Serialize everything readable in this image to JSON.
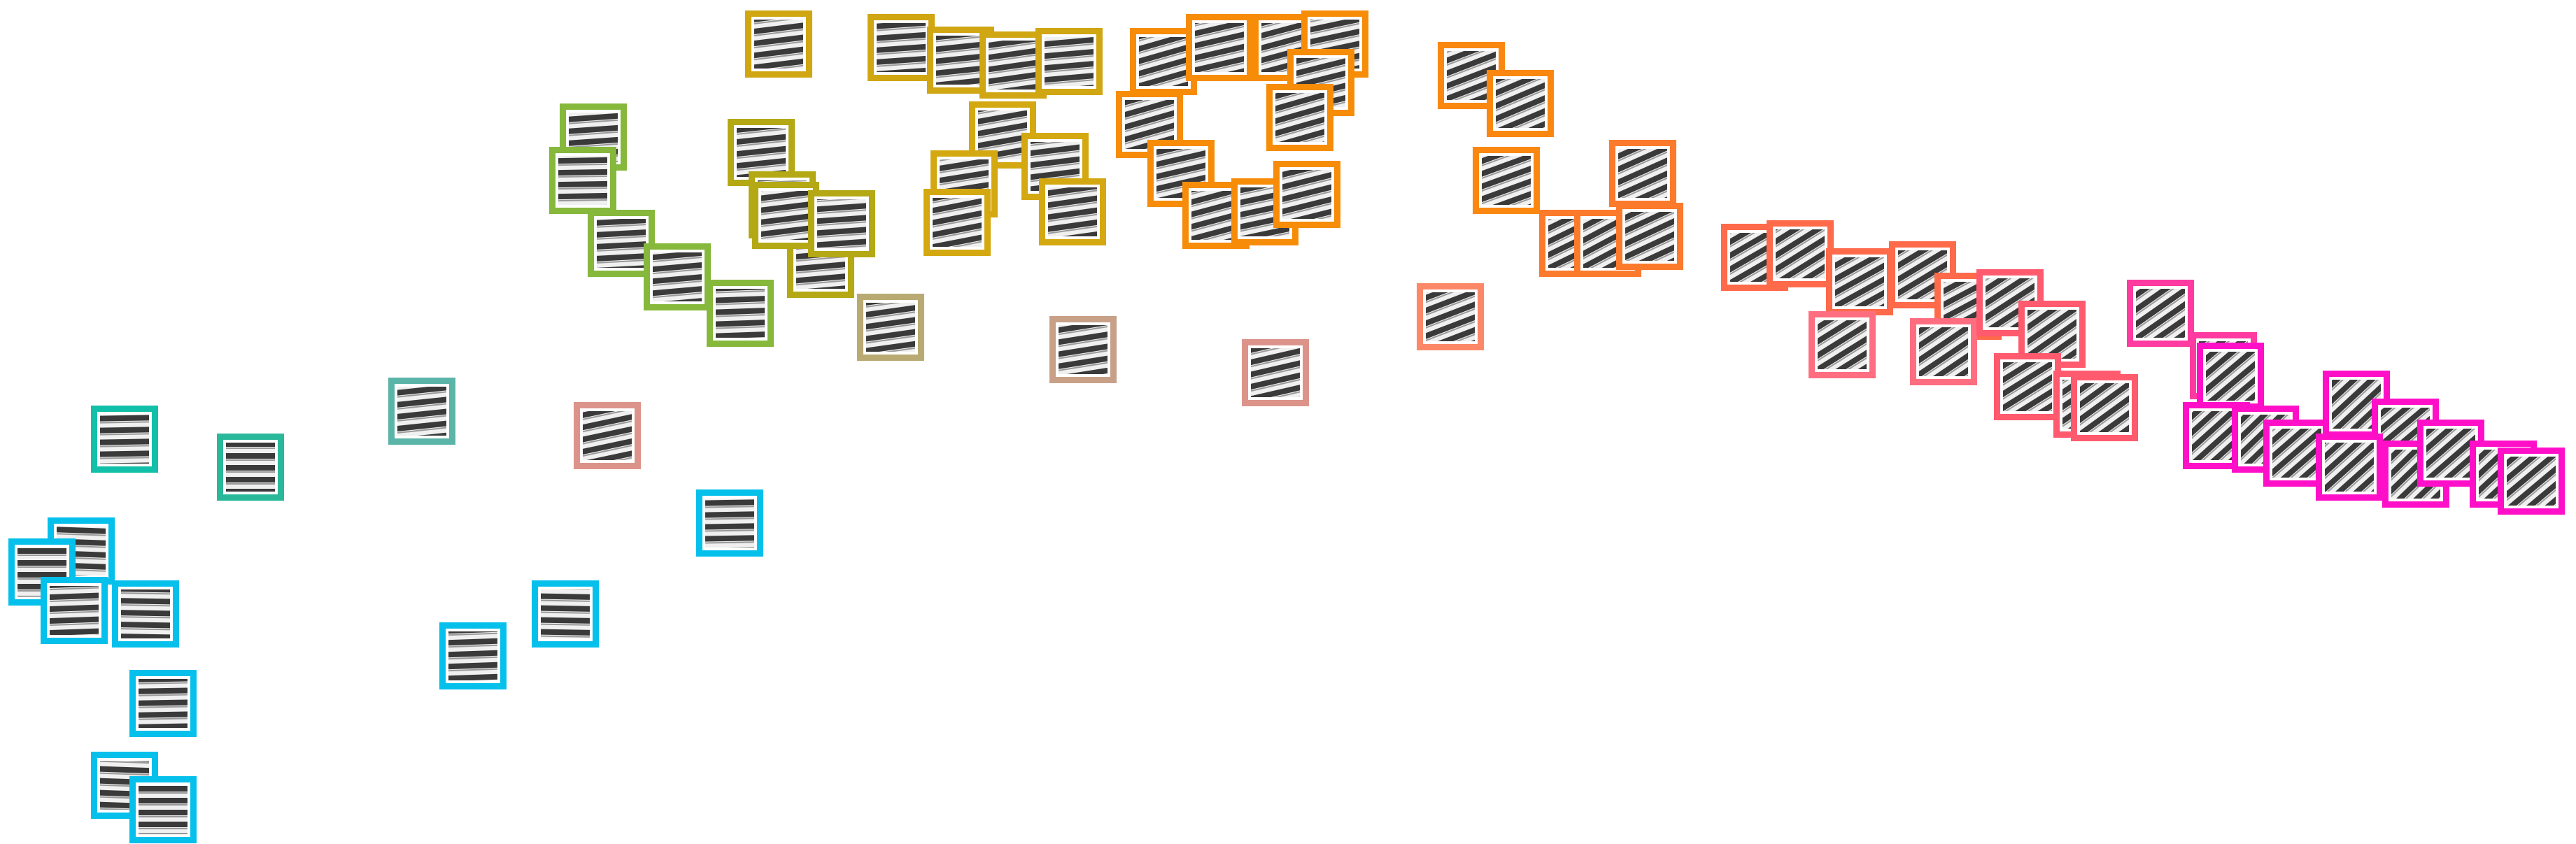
{
  "stripe_angle_range_deg": [
    0,
    45
  ],
  "tile_stripe_colors": {
    "light": "#f0f0f0",
    "dark": "#3a3a3a"
  },
  "border_color_stops": [
    {
      "t": 0.0,
      "color": "#06c0ec"
    },
    {
      "t": 0.12,
      "color": "#17b6d0"
    },
    {
      "t": 0.18,
      "color": "#12c0aa"
    },
    {
      "t": 0.24,
      "color": "#2ab89a"
    },
    {
      "t": 0.3,
      "color": "#5ab4a8"
    },
    {
      "t": 0.36,
      "color": "#86b83c"
    },
    {
      "t": 0.42,
      "color": "#9cbc14"
    },
    {
      "t": 0.48,
      "color": "#b4a814"
    },
    {
      "t": 0.54,
      "color": "#d0a612"
    },
    {
      "t": 0.6,
      "color": "#e2a010"
    },
    {
      "t": 0.67,
      "color": "#f68c08"
    },
    {
      "t": 0.74,
      "color": "#fc7a2c"
    },
    {
      "t": 0.8,
      "color": "#fe6a4a"
    },
    {
      "t": 0.86,
      "color": "#ff5a6e"
    },
    {
      "t": 0.92,
      "color": "#ff3aa0"
    },
    {
      "t": 1.0,
      "color": "#ff10c8"
    }
  ],
  "muted_border_colors": [
    "#b8aa72",
    "#c8a088",
    "#dc948a",
    "#5ab4a8"
  ],
  "tiles": [
    {
      "angle": 0
    },
    {
      "angle": 0
    },
    {
      "angle": 1
    },
    {
      "angle": 1
    },
    {
      "angle": 2
    },
    {
      "angle": 2
    },
    {
      "angle": 3
    },
    {
      "angle": 3
    },
    {
      "angle": 4
    },
    {
      "angle": 4
    },
    {
      "angle": 5
    },
    {
      "angle": 6
    },
    {
      "angle": 7
    },
    {
      "angle": 7
    },
    {
      "angle": 8
    },
    {
      "angle": 9
    },
    {
      "angle": 10
    },
    {
      "angle": 11
    },
    {
      "angle": 12
    },
    {
      "angle": 12
    },
    {
      "angle": 13
    },
    {
      "angle": 14
    },
    {
      "angle": 14
    },
    {
      "angle": 15
    },
    {
      "angle": 16
    },
    {
      "angle": 17
    },
    {
      "angle": 18
    },
    {
      "angle": 18
    },
    {
      "angle": 19
    },
    {
      "angle": 20
    },
    {
      "angle": 21
    },
    {
      "angle": 22
    },
    {
      "angle": 23
    },
    {
      "angle": 24
    },
    {
      "angle": 25
    },
    {
      "angle": 26
    },
    {
      "angle": 27
    },
    {
      "angle": 28
    },
    {
      "angle": 29
    },
    {
      "angle": 30
    },
    {
      "angle": 31
    },
    {
      "angle": 32
    },
    {
      "angle": 33
    },
    {
      "angle": 34
    },
    {
      "angle": 35
    },
    {
      "angle": 36
    },
    {
      "angle": 37
    },
    {
      "angle": 38
    },
    {
      "angle": 39
    },
    {
      "angle": 40
    },
    {
      "angle": 41
    },
    {
      "angle": 42
    },
    {
      "angle": 43
    },
    {
      "angle": 44
    },
    {
      "angle": 45
    }
  ]
}
